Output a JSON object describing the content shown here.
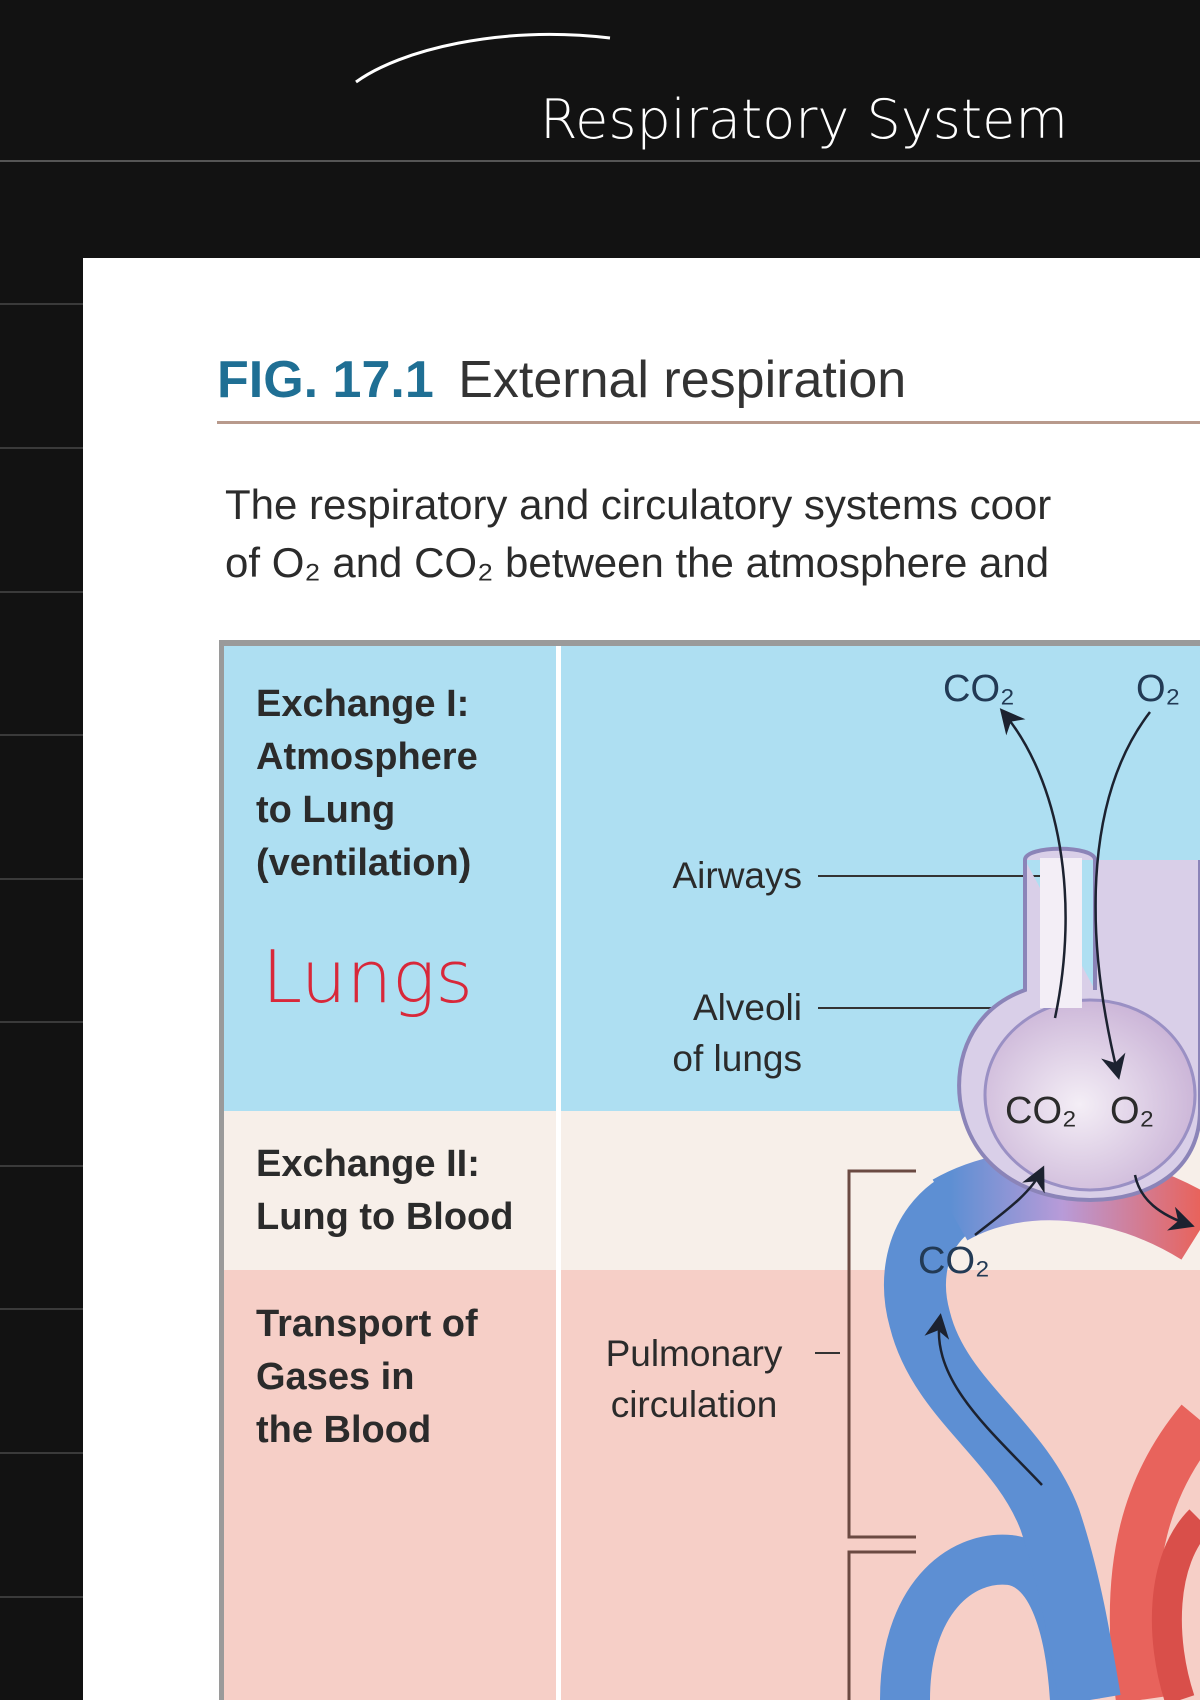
{
  "header": {
    "handwritten_title": "Respiratory System"
  },
  "figure": {
    "number": "FIG. 17.1",
    "title": "External respiration",
    "caption_line1": "The respiratory and circulatory systems coor",
    "caption_line2": "of O₂ and CO₂ between the atmosphere and"
  },
  "rows": [
    {
      "label_lines": [
        "Exchange I:",
        "Atmosphere",
        "to Lung",
        "(ventilation)"
      ],
      "color": "#aedff2"
    },
    {
      "label_lines": [
        "Exchange II:",
        "Lung to Blood"
      ],
      "color": "#f7efe9"
    },
    {
      "label_lines": [
        "Transport of",
        "Gases in",
        "the Blood"
      ],
      "color": "#f6cfc7"
    }
  ],
  "annotation": "Lungs",
  "structures": {
    "airways": "Airways",
    "alveoli_1": "Alveoli",
    "alveoli_2": "of lungs",
    "pulmonary_1": "Pulmonary",
    "pulmonary_2": "circulation"
  },
  "gases": {
    "co2_top": "CO₂",
    "o2_top": "O₂",
    "co2_alveolus": "CO₂",
    "o2_alveolus": "O₂",
    "co2_blood": "CO₂"
  },
  "colors": {
    "fig_number": "#1f6f94",
    "annotation": "#d8283a",
    "vein": "#5d8fd3",
    "artery": "#e8635c"
  }
}
